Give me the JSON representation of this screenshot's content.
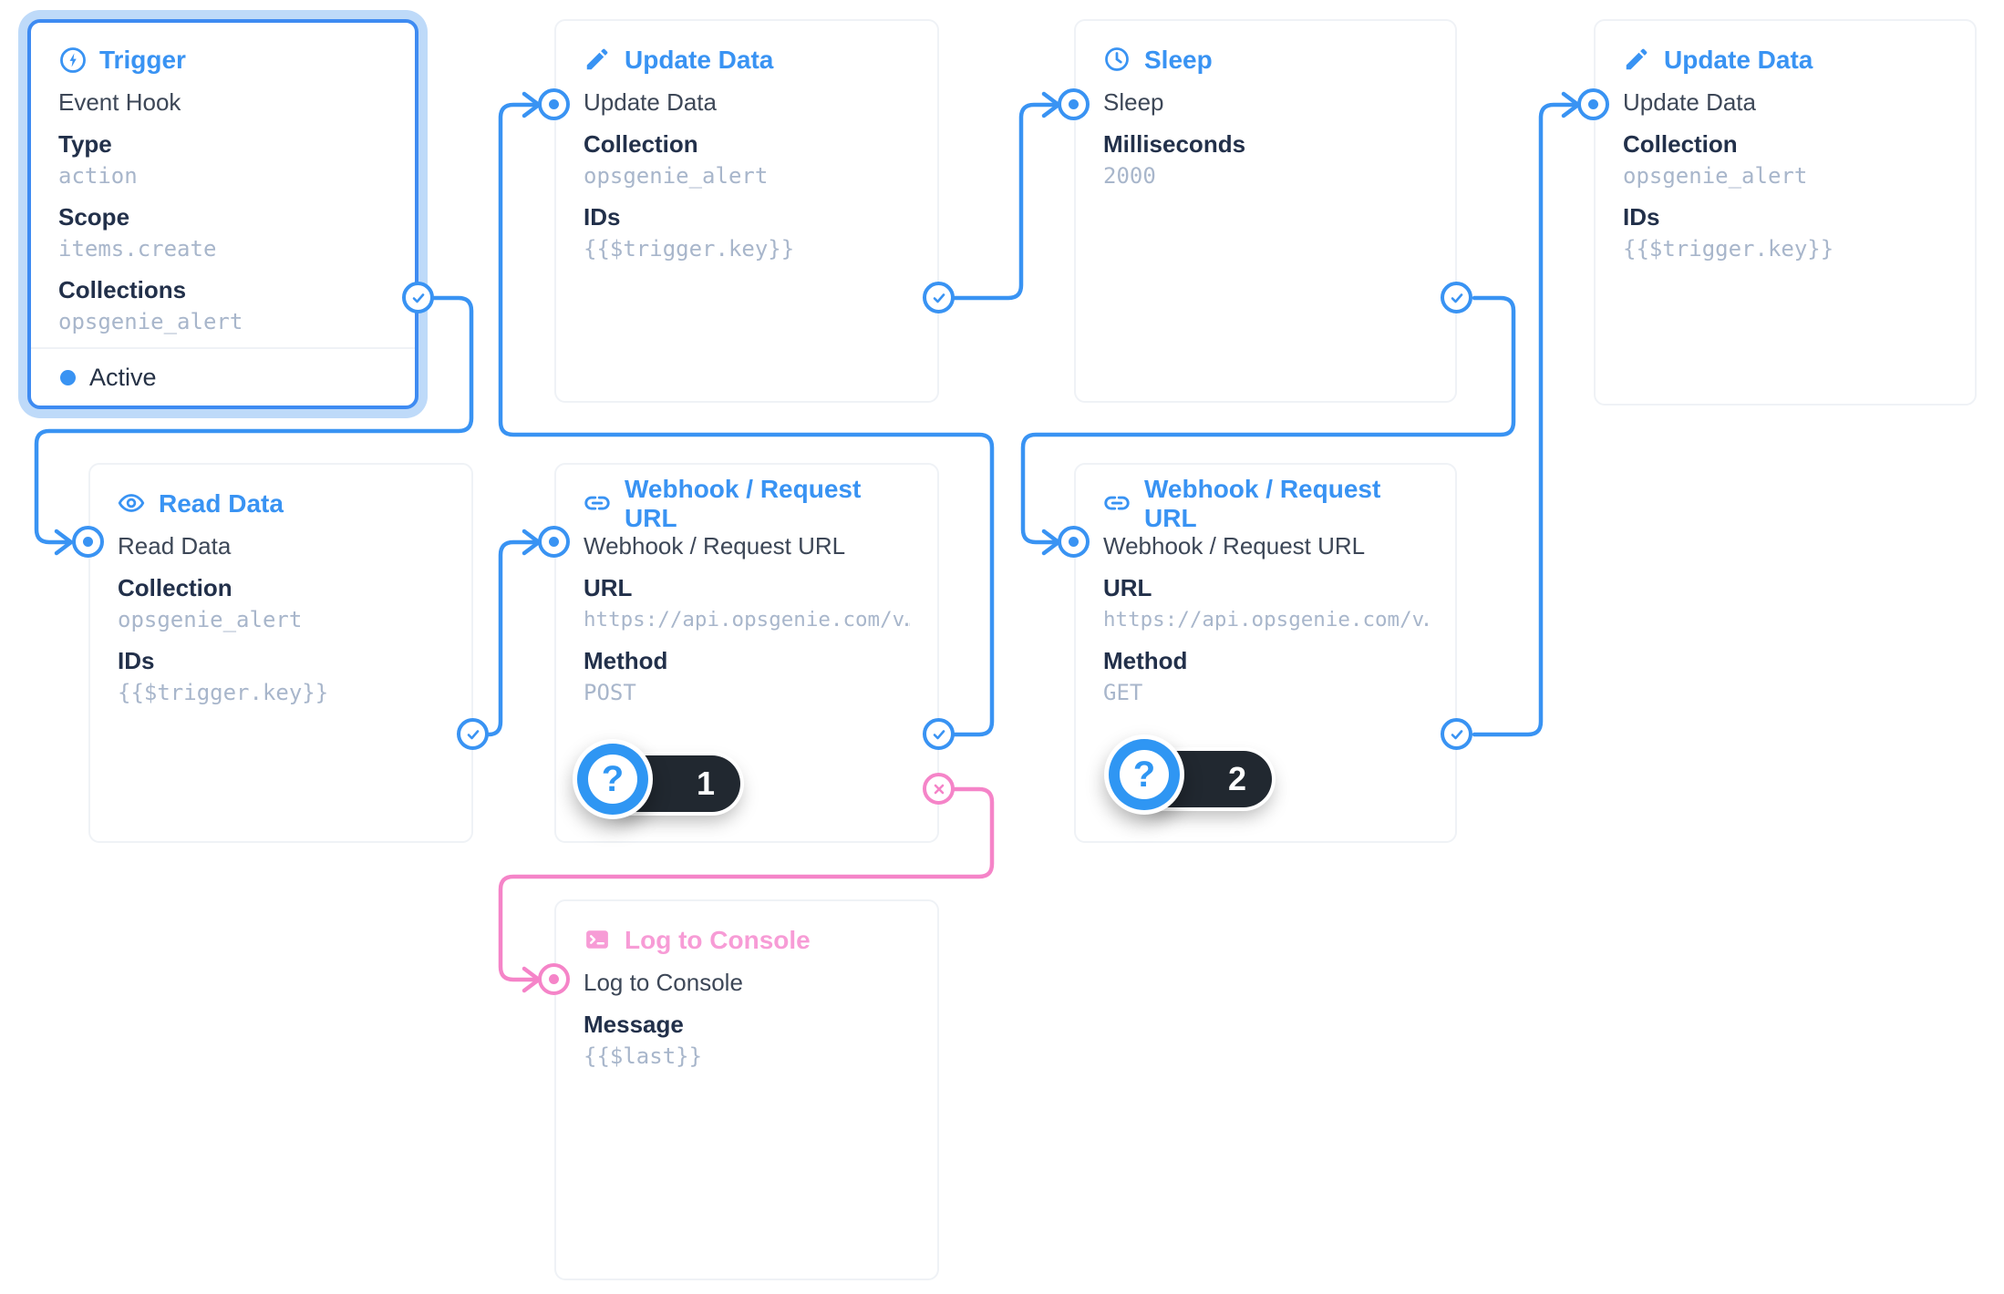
{
  "canvas": {
    "accent_blue": "#3993f3",
    "accent_pink": "#f584c8",
    "trigger_halo": "#bedaf9",
    "value_color": "#a8b6cb"
  },
  "nodes": {
    "trigger": {
      "title": "Trigger",
      "icon": "bolt-circle-icon",
      "name": "Event Hook",
      "fields": [
        {
          "label": "Type",
          "value": "action"
        },
        {
          "label": "Scope",
          "value": "items.create"
        },
        {
          "label": "Collections",
          "value": "opsgenie_alert"
        }
      ],
      "status": "Active"
    },
    "update_data_1": {
      "title": "Update Data",
      "icon": "pencil-icon",
      "name": "Update Data",
      "fields": [
        {
          "label": "Collection",
          "value": "opsgenie_alert"
        },
        {
          "label": "IDs",
          "value": "{{$trigger.key}}"
        }
      ]
    },
    "sleep": {
      "title": "Sleep",
      "icon": "clock-icon",
      "name": "Sleep",
      "fields": [
        {
          "label": "Milliseconds",
          "value": "2000"
        }
      ]
    },
    "update_data_2": {
      "title": "Update Data",
      "icon": "pencil-icon",
      "name": "Update Data",
      "fields": [
        {
          "label": "Collection",
          "value": "opsgenie_alert"
        },
        {
          "label": "IDs",
          "value": "{{$trigger.key}}"
        }
      ]
    },
    "read_data": {
      "title": "Read Data",
      "icon": "eye-icon",
      "name": "Read Data",
      "fields": [
        {
          "label": "Collection",
          "value": "opsgenie_alert"
        },
        {
          "label": "IDs",
          "value": "{{$trigger.key}}"
        }
      ]
    },
    "webhook_post": {
      "title": "Webhook / Request URL",
      "icon": "link-icon",
      "name": "Webhook / Request URL",
      "fields": [
        {
          "label": "URL",
          "value": "https://api.opsgenie.com/v…"
        },
        {
          "label": "Method",
          "value": "POST"
        }
      ],
      "badge": "1",
      "badge_glyph": "?"
    },
    "webhook_get": {
      "title": "Webhook / Request URL",
      "icon": "link-icon",
      "name": "Webhook / Request URL",
      "fields": [
        {
          "label": "URL",
          "value": "https://api.opsgenie.com/v…"
        },
        {
          "label": "Method",
          "value": "GET"
        }
      ],
      "badge": "2",
      "badge_glyph": "?"
    },
    "log_to_console": {
      "title": "Log to Console",
      "icon": "terminal-icon",
      "name": "Log to Console",
      "fields": [
        {
          "label": "Message",
          "value": "{{$last}}"
        }
      ]
    }
  }
}
